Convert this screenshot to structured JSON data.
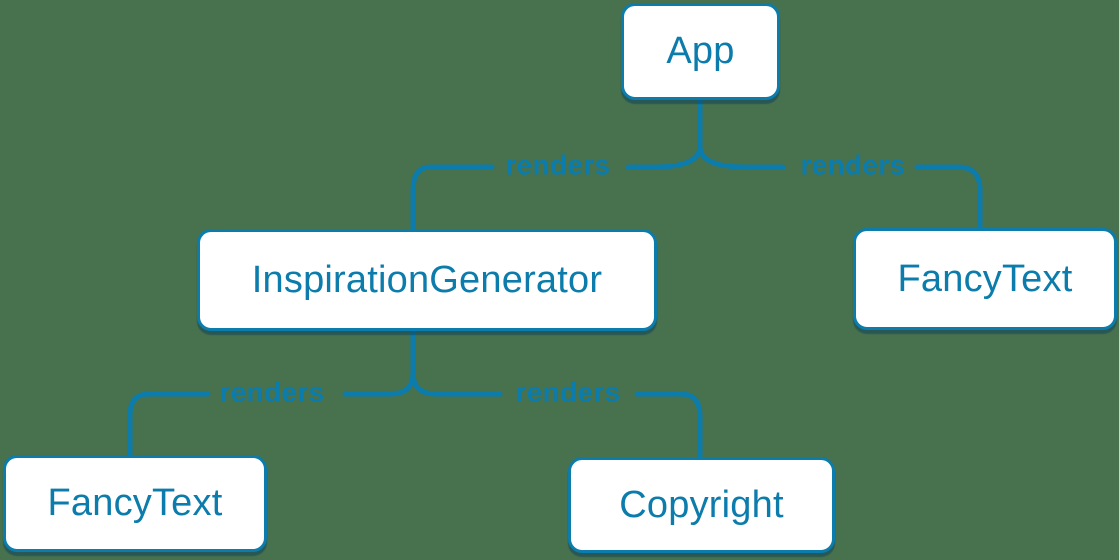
{
  "diagram": {
    "description": "React component render tree",
    "colors": {
      "background": "#48714E",
      "accent": "#0B7CAB",
      "node_fill": "#FFFFFF",
      "node_shadow": "rgba(9,64,90,0.5)"
    },
    "nodes": {
      "app": {
        "label": "App"
      },
      "inspiration_generator": {
        "label": "InspirationGenerator"
      },
      "fancy_text_top": {
        "label": "FancyText"
      },
      "fancy_text_bottom": {
        "label": "FancyText"
      },
      "copyright": {
        "label": "Copyright"
      }
    },
    "edges": {
      "app_to_inspiration_generator": {
        "label": "renders"
      },
      "app_to_fancy_text": {
        "label": "renders"
      },
      "inspiration_generator_to_fancy_text": {
        "label": "renders"
      },
      "inspiration_generator_to_copyright": {
        "label": "renders"
      }
    }
  }
}
